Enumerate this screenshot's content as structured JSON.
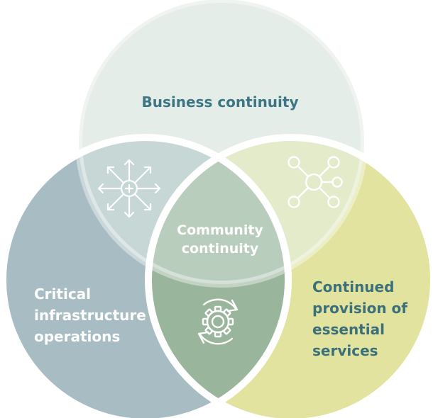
{
  "diagram": {
    "circles": [
      {
        "id": "business-continuity",
        "label_lines": [
          "Business continuity"
        ],
        "color": "#e4ede8"
      },
      {
        "id": "critical-infrastructure-operations",
        "label_lines": [
          "Critical",
          "infrastructure",
          "operations"
        ],
        "color": "#a7bdc3"
      },
      {
        "id": "continued-provision-of-essential-services",
        "label_lines": [
          "Continued",
          "provision of",
          "essential",
          "services"
        ],
        "color": "#e1e39f"
      }
    ],
    "center_label_lines": [
      "Community",
      "continuity"
    ],
    "overlap_colors": {
      "top_left": "#c6d7d6",
      "top_right": "#e3ebca",
      "center_top": "#b9cdbd",
      "center_bottom": "#99b59b"
    },
    "icons": [
      {
        "name": "arrows-out-from-center-icon",
        "region": "top-left overlap"
      },
      {
        "name": "network-nodes-icon",
        "region": "top-right overlap"
      },
      {
        "name": "gear-cycle-icon",
        "region": "bottom overlap"
      }
    ]
  }
}
